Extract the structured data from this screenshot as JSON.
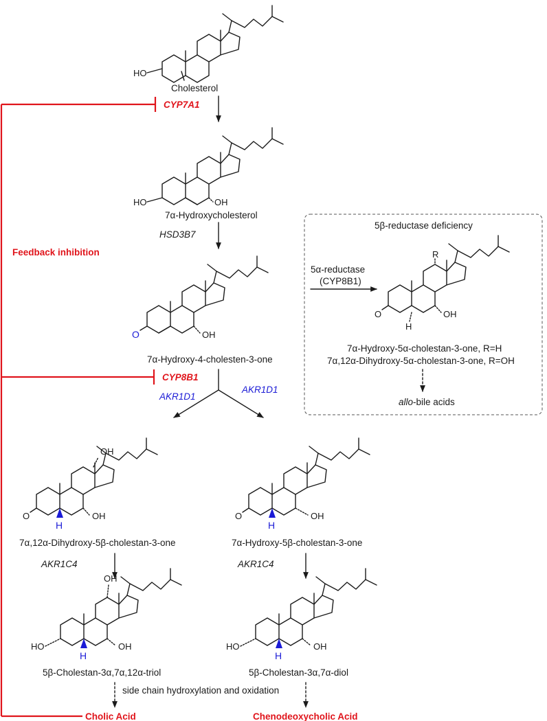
{
  "cholesterol": {
    "name": "Cholesterol",
    "ho": "HO"
  },
  "cyp7a1": "CYP7A1",
  "hydroxycholesterol": {
    "name": "7α-Hydroxycholesterol",
    "ho": "HO",
    "oh": "OH"
  },
  "hsd3b7": "HSD3B7",
  "feedback": "Feedback inhibition",
  "cholestenone": {
    "name": "7α-Hydroxy-4-cholesten-3-one",
    "o": "O",
    "oh": "OH"
  },
  "cyp8b1": "CYP8B1",
  "akr1d1_left": "AKR1D1",
  "akr1d1_right": "AKR1D1",
  "deficiency": {
    "title": "5β-reductase deficiency",
    "enzyme": "5α-reductase",
    "enzyme2": "(CYP8B1)",
    "r": "R",
    "o": "O",
    "h": "H",
    "oh": "OH",
    "product1": "7α-Hydroxy-5α-cholestan-3-one, R=H",
    "product2": "7α,12α-Dihydroxy-5α-cholestan-3-one, R=OH",
    "allo_prefix": "allo",
    "allo_rest": "-bile acids"
  },
  "dihydroxy_one": {
    "name": "7α,12α-Dihydroxy-5β-cholestan-3-one",
    "o": "O",
    "h": "H",
    "oh": "OH",
    "oh12": "OH"
  },
  "hydroxy_one": {
    "name": "7α-Hydroxy-5β-cholestan-3-one",
    "o": "O",
    "h": "H",
    "oh": "OH"
  },
  "akr1c4_left": "AKR1C4",
  "akr1c4_right": "AKR1C4",
  "triol": {
    "name": "5β-Cholestan-3α,7α,12α-triol",
    "ho": "HO",
    "h": "H",
    "oh": "OH",
    "oh12": "OH"
  },
  "diol": {
    "name": "5β-Cholestan-3α,7α-diol",
    "ho": "HO",
    "h": "H",
    "oh": "OH"
  },
  "side_chain": "side chain hydroxylation and oxidation",
  "cholic": "Cholic Acid",
  "cdca": "Chenodeoxycholic Acid",
  "colors": {
    "red": "#e0141b",
    "blue": "#1b1bd6",
    "black": "#1a1a1a"
  }
}
